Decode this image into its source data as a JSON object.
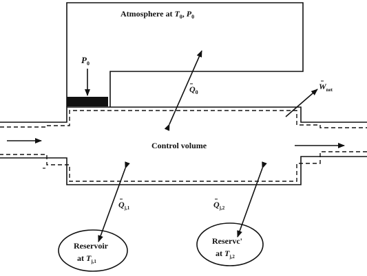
{
  "diagram": {
    "atmosphere": {
      "prefix": "Atmosphere at ",
      "t_sym": "T",
      "t_sub": "0",
      "sep": ", ",
      "p_sym": "P",
      "p_sub": "0"
    },
    "piston_pressure": {
      "sym": "P",
      "sub": "0"
    },
    "heat_atm": {
      "sym": "Q",
      "sub": "0"
    },
    "work": {
      "sym": "W",
      "sub": "net"
    },
    "control_volume": "Control volume",
    "heat_1": {
      "sym": "Q",
      "sub": "j,1"
    },
    "heat_2": {
      "sym": "Q",
      "sub": "j,2"
    },
    "reservoir_1": {
      "line1": "Reservoir",
      "line2_prefix": "at ",
      "sym": "T",
      "sub": "j,1"
    },
    "reservoir_2": {
      "line1": "Reservc'",
      "line2_prefix": "at ",
      "sym": "T",
      "sub": "j,2"
    }
  }
}
